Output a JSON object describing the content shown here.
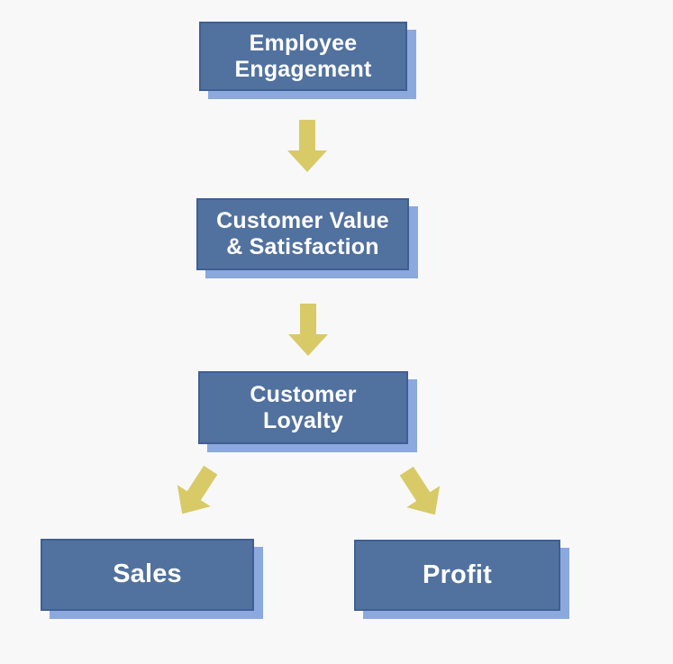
{
  "colors": {
    "page-bg": "#f8f8f8",
    "box-fill": "#51719f",
    "box-border": "#3f5f94",
    "box-shadow": "#8ba9dd",
    "arrow": "#d8ca67",
    "text": "#ffffff"
  },
  "nodes": [
    {
      "id": "employee-engagement",
      "label": "Employee\nEngagement"
    },
    {
      "id": "customer-value-satisfaction",
      "label": "Customer Value\n& Satisfaction"
    },
    {
      "id": "customer-loyalty",
      "label": "Customer\nLoyalty"
    },
    {
      "id": "sales",
      "label": "Sales"
    },
    {
      "id": "profit",
      "label": "Profit"
    }
  ],
  "connectors": [
    {
      "from": "employee-engagement",
      "to": "customer-value-satisfaction",
      "icon": "down-arrow-icon"
    },
    {
      "from": "customer-value-satisfaction",
      "to": "customer-loyalty",
      "icon": "down-arrow-icon"
    },
    {
      "from": "customer-loyalty",
      "to": "sales",
      "icon": "down-left-arrow-icon"
    },
    {
      "from": "customer-loyalty",
      "to": "profit",
      "icon": "down-right-arrow-icon"
    }
  ]
}
